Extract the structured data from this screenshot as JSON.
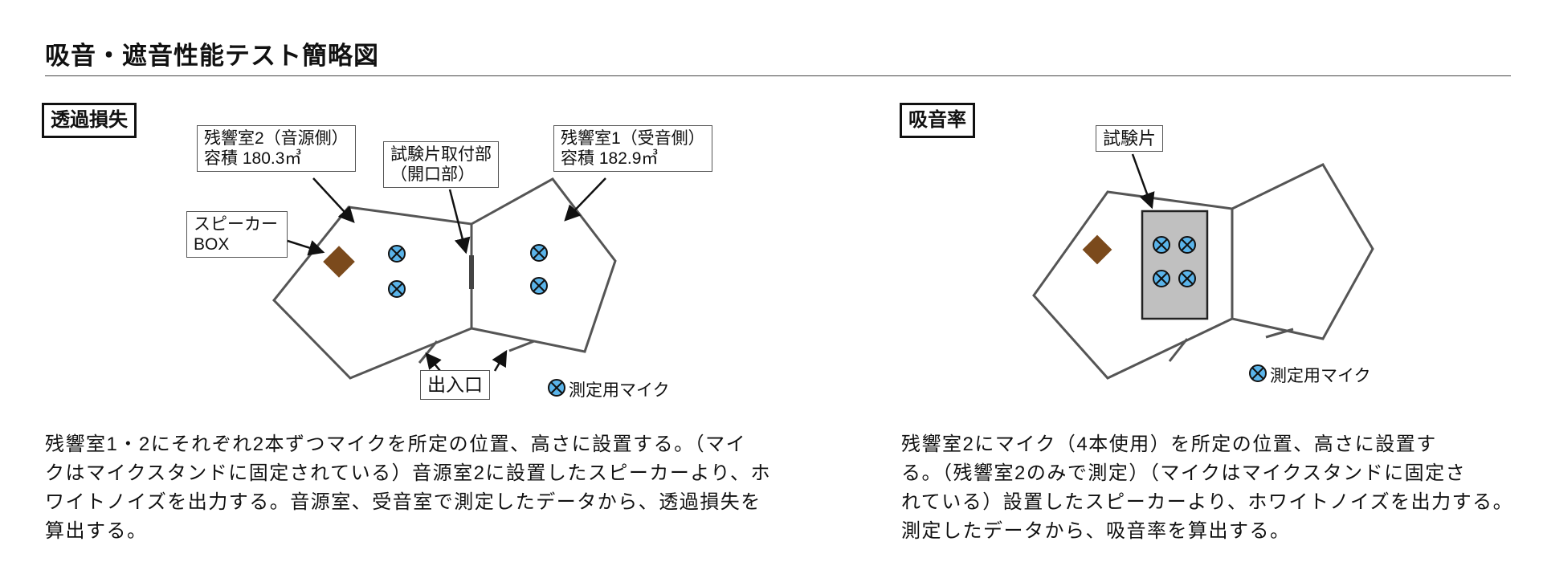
{
  "title": "吸音・遮音性能テスト簡略図",
  "transmission": {
    "section_label": "透過損失",
    "room2_label": [
      "残響室2（音源側）",
      "容積 180.3㎥"
    ],
    "specimen_mount_label": [
      "試験片取付部",
      "（開口部）"
    ],
    "room1_label": [
      "残響室1（受音側）",
      "容積 182.9㎥"
    ],
    "speaker_label": [
      "スピーカー",
      "BOX"
    ],
    "entrance_label": "出入口",
    "legend_label": "測定用マイク",
    "description_lines": [
      "残響室1・2にそれぞれ2本ずつマイクを所定の位置、高さに設置する。（マイ",
      "クはマイクスタンドに固定されている）音源室2に設置したスピーカーより、ホ",
      "ワイトノイズを出力する。音源室、受音室で測定したデータから、透過損失を",
      "算出する。"
    ]
  },
  "absorption": {
    "section_label": "吸音率",
    "specimen_label": "試験片",
    "legend_label": "測定用マイク",
    "description_lines": [
      "残響室2にマイク（4本使用）を所定の位置、高さに設置す",
      "る。（残響室2のみで測定）（マイクはマイクスタンドに固定さ",
      "れている）設置したスピーカーより、ホワイトノイズを出力する。",
      "測定したデータから、吸音率を算出する。"
    ]
  },
  "colors": {
    "wall": "#555555",
    "speaker": "#7b4a1c",
    "mic": "#5ab4ea",
    "specimen": "#c0c0c0"
  }
}
